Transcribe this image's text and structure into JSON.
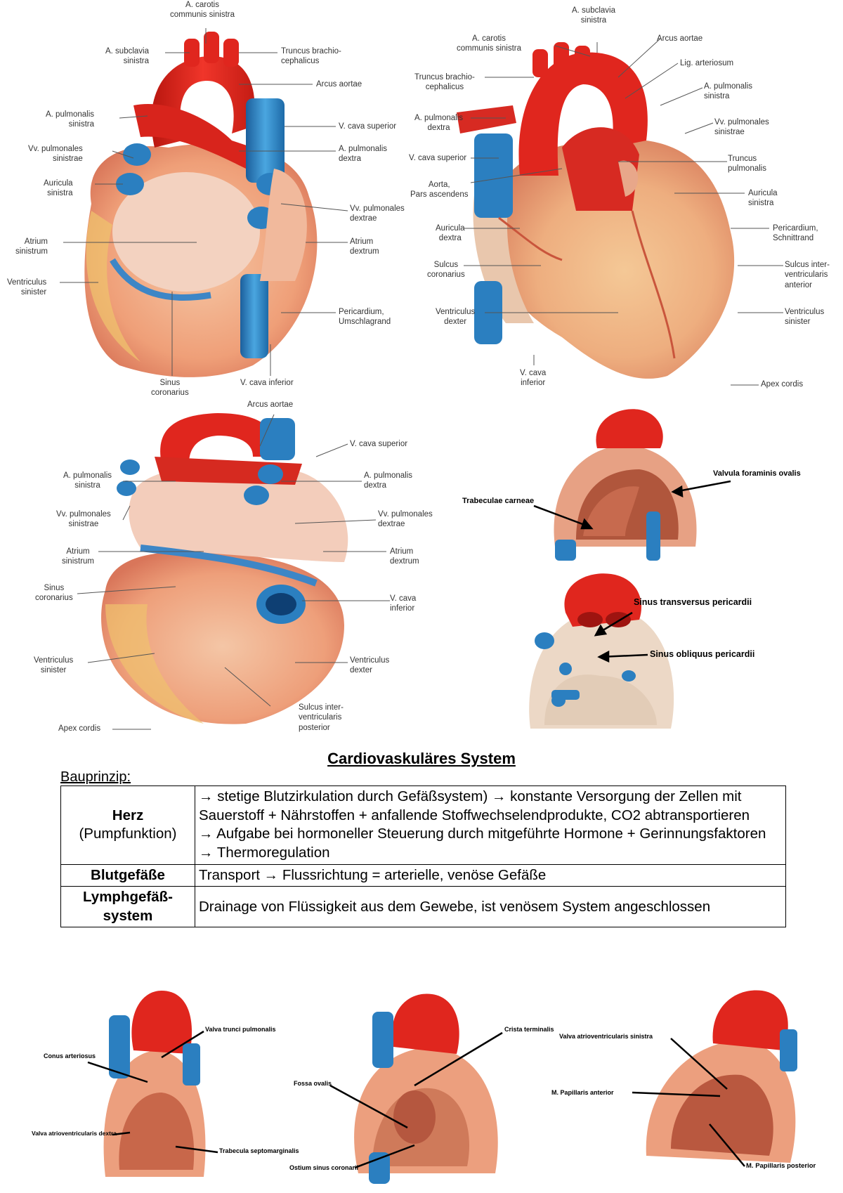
{
  "fig1": {
    "labels": [
      "A. carotis\ncommunis sinistra",
      "A. subclavia\nsinistra",
      "Truncus brachio-\ncephalicus",
      "Arcus aortae",
      "A. pulmonalis\nsinistra",
      "V. cava superior",
      "Vv. pulmonales\nsinistrae",
      "A. pulmonalis\ndextra",
      "Auricula\nsinistra",
      "Vv. pulmonales\ndextrae",
      "Atrium\nsinistrum",
      "Atrium\ndextrum",
      "Ventriculus\nsinister",
      "Pericardium,\nUmschlagrand",
      "Sinus\ncoronarius",
      "V. cava inferior"
    ]
  },
  "fig2": {
    "labels": [
      "A. subclavia\nsinistra",
      "A. carotis\ncommunis sinistra",
      "Arcus aortae",
      "Lig. arteriosum",
      "Truncus brachio-\ncephalicus",
      "A. pulmonalis\nsinistra",
      "A. pulmonalis\ndextra",
      "Vv. pulmonales\nsinistrae",
      "V. cava superior",
      "Truncus\npulmonalis",
      "Aorta,\nPars ascendens",
      "Auricula\nsinistra",
      "Auricula\ndextra",
      "Pericardium,\nSchnittrand",
      "Sulcus\ncoronarius",
      "Sulcus inter-\nventricularis\nanterior",
      "Ventriculus\ndexter",
      "Ventriculus\nsinister",
      "V. cava\ninferior",
      "Apex cordis"
    ]
  },
  "fig3": {
    "labels": [
      "Arcus aortae",
      "V. cava superior",
      "A. pulmonalis\nsinistra",
      "A. pulmonalis\ndextra",
      "Vv. pulmonales\nsinistrae",
      "Vv. pulmonales\ndextrae",
      "Atrium\nsinistrum",
      "Atrium\ndextrum",
      "Sinus\ncoronarius",
      "V. cava\ninferior",
      "Ventriculus\nsinister",
      "Ventriculus\ndexter",
      "Sulcus inter-\nventricularis\nposterior",
      "Apex cordis"
    ]
  },
  "fig4": {
    "labels": [
      "Valvula foraminis ovalis",
      "Trabeculae carneae"
    ]
  },
  "fig5": {
    "labels": [
      "Sinus transversus pericardii",
      "Sinus obliquus pericardii"
    ]
  },
  "title": "Cardiovaskuläres System",
  "bauprinzip": "Bauprinzip:",
  "table": {
    "rows": [
      {
        "key_bold": "Herz",
        "key_sub": "(Pumpfunktion)",
        "lines": [
          "→ stetige Blutzirkulation durch Gefäßsystem) → konstante Versorgung der Zellen mit Sauerstoff + Nährstoffen + anfallende Stoffwechselendprodukte, CO2 abtransportieren",
          "→ Aufgabe bei hormoneller Steuerung durch mitgeführte Hormone + Gerinnungsfaktoren",
          "→ Thermoregulation"
        ]
      },
      {
        "key_bold": "Blutgefäße",
        "lines": [
          "Transport → Flussrichtung = arterielle, venöse Gefäße"
        ]
      },
      {
        "key_bold": "Lymphgefäß-\nsystem",
        "lines": [
          "Drainage von Flüssigkeit aus dem Gewebe, ist venösem System angeschlossen"
        ]
      }
    ]
  },
  "fig6": {
    "labels": [
      "Valva trunci pulmonalis",
      "Conus arteriosus",
      "Valva atrioventricularis dextra",
      "Trabecula septomarginalis"
    ]
  },
  "fig7": {
    "labels": [
      "Crista terminalis",
      "Fossa ovalis",
      "Ostium sinus coronarii"
    ]
  },
  "fig8": {
    "labels": [
      "Valva atrioventricularis sinistra",
      "M. Papillaris anterior",
      "M. Papillaris posterior"
    ]
  },
  "colors": {
    "artery": "#e0261e",
    "vein": "#2b7fc0",
    "muscle": "#f0a37a",
    "fat": "#efc26d",
    "pericardium": "#e9d6c2"
  }
}
